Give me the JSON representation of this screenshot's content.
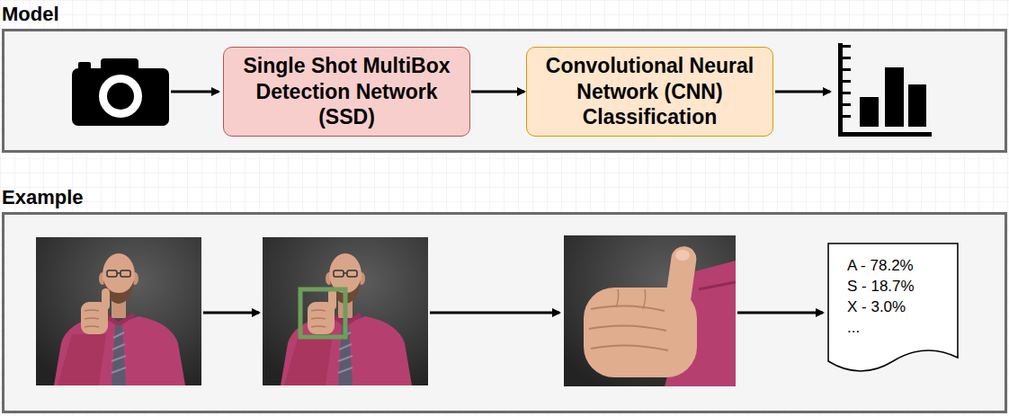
{
  "diagram": {
    "nodes": [
      {
        "text": [
          "Model"
        ]
      },
      {
        "text": [
          "Single Shot MultiBox Detection Network (SSD)"
        ],
        "in": 0
      },
      {
        "text": [
          "Convolutional Neural Network (CNN) Classification"
        ],
        "in": 0
      },
      {
        "text": [
          "Example"
        ]
      },
      {
        "text": [
          "A - 78.2%",
          "S - 18.7%",
          "X - 3.0%",
          "..."
        ],
        "in": 3
      }
    ],
    "edges": [
      {
        "from": 1,
        "to": 2,
        "arrow": "to"
      }
    ]
  }
}
